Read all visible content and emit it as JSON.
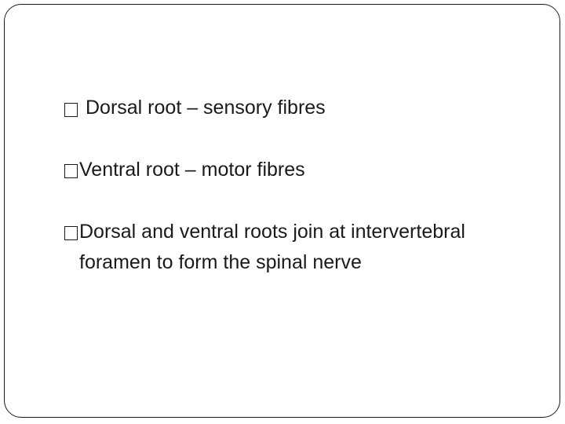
{
  "slide": {
    "bullets": [
      {
        "icon": "square-bullet-icon",
        "text": "Dorsal root – sensory fibres"
      },
      {
        "icon": "square-bullet-icon",
        "text": "Ventral root – motor fibres"
      },
      {
        "icon": "square-bullet-icon",
        "text": "Dorsal and ventral roots join at intervertebral foramen to form the spinal nerve"
      }
    ]
  }
}
